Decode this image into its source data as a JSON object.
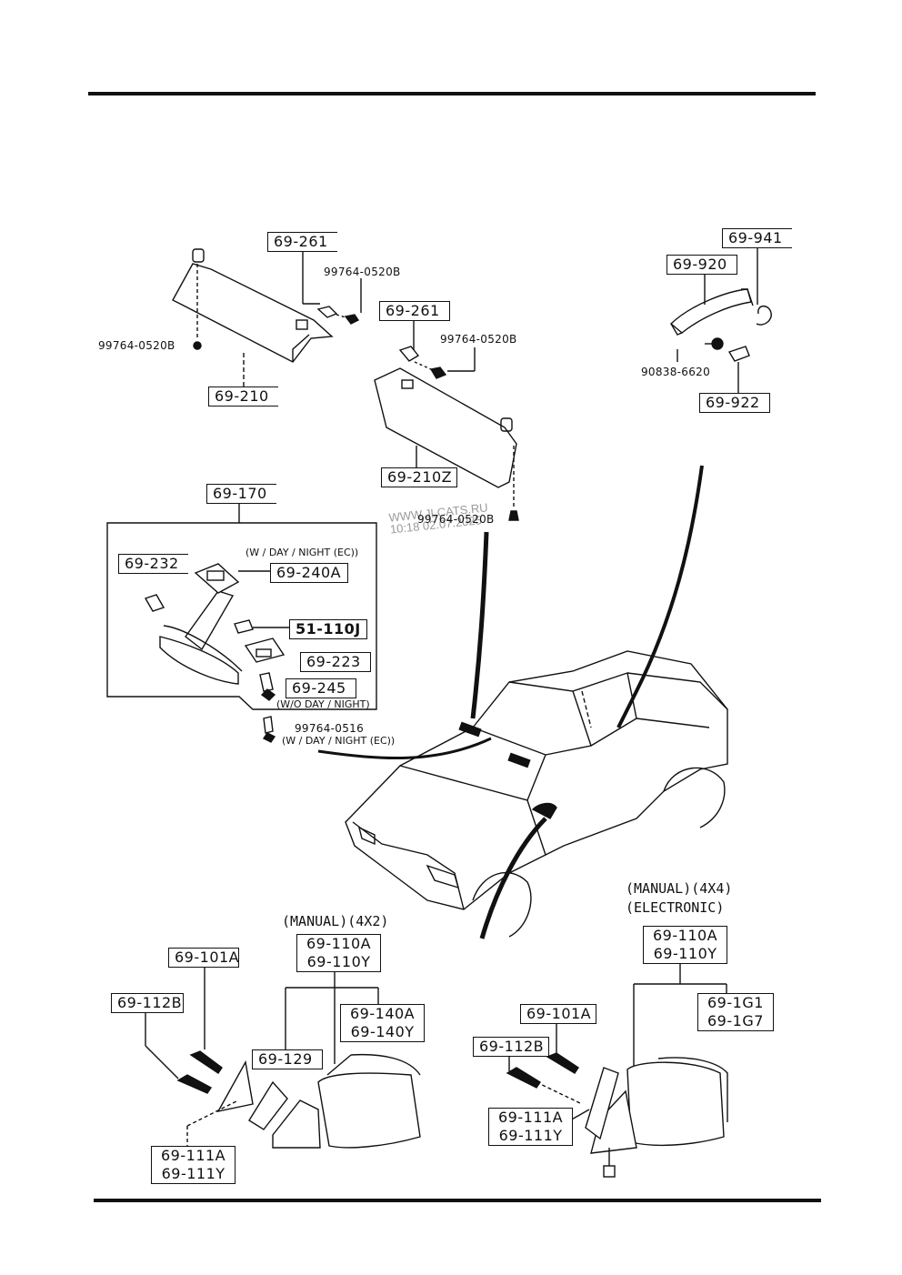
{
  "watermark": {
    "line1": "WWW.JLCATS.RU",
    "line2": "10:18 02.07.2025"
  },
  "sun_visor": {
    "bracket_left": "69-261",
    "screw_left_top": "99764-0520B",
    "screw_left_side": "99764-0520B",
    "visor_left": "69-210",
    "bracket_right": "69-261",
    "screw_right_top": "99764-0520B",
    "visor_right": "69-210Z",
    "screw_right_bottom": "99764-0520B"
  },
  "assist_grip": {
    "grip": "69-920",
    "hook": "69-941",
    "screw": "90838-6620",
    "cover": "69-922"
  },
  "inner_mirror": {
    "assembly": "69-170",
    "bulb": "69-232",
    "note_ec": "(W / DAY / NIGHT  (EC))",
    "control": "69-240A",
    "plug": "51-110J",
    "cover": "69-223",
    "bolt": "69-245",
    "note_wo": "(W/O  DAY / NIGHT)",
    "screw": "99764-0516",
    "screw_note": "(W / DAY / NIGHT  (EC))"
  },
  "mirror_4x2": {
    "heading": "(MANUAL)(4X2)",
    "assy_1": "69-110A",
    "assy_2": "69-110Y",
    "glass_1": "69-140A",
    "glass_2": "69-140Y",
    "screw_a": "69-101A",
    "screw_b": "69-112B",
    "gasket": "69-129",
    "cover_1": "69-111A",
    "cover_2": "69-111Y"
  },
  "mirror_4x4": {
    "heading_1": "(MANUAL)(4X4)",
    "heading_2": "(ELECTRONIC)",
    "assy_1": "69-110A",
    "assy_2": "69-110Y",
    "glass_1": "69-1G1",
    "glass_2": "69-1G7",
    "screw_a": "69-101A",
    "screw_b": "69-112B",
    "cover_1": "69-111A",
    "cover_2": "69-111Y"
  }
}
